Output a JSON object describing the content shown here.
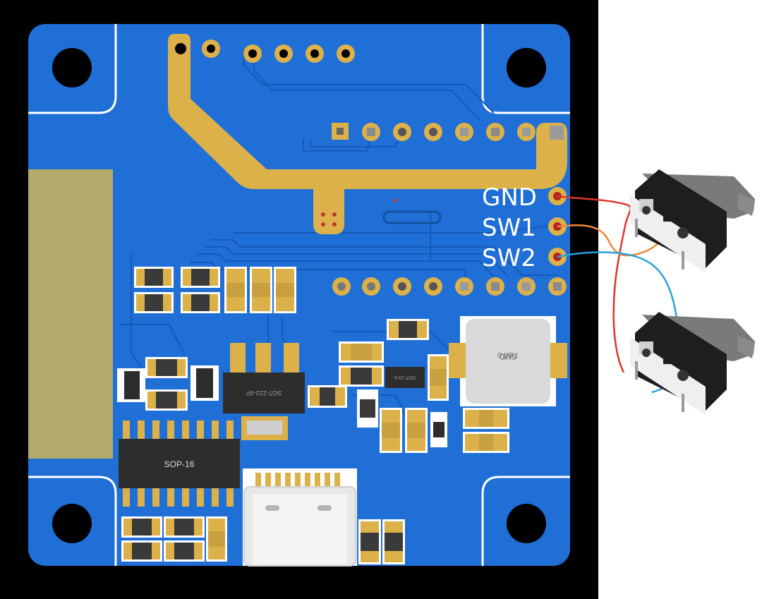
{
  "colors": {
    "background_left": "#000000",
    "background_right": "#ffffff",
    "pcb": "#1f6fd6",
    "pcb_trace": "#1862c4",
    "silkscreen": "#ffffff",
    "copper": "#dcb14a",
    "antenna": "#b2ab6c",
    "ic_body": "#2d2d2d",
    "wire_gnd": "#e0332a",
    "wire_sw1": "#f0883a",
    "wire_sw2": "#2aa0dc",
    "switch_body": "#1e1e1e",
    "switch_base": "#efefef",
    "switch_lever": "#7a7a7a"
  },
  "labels": {
    "gnd": "GND",
    "sw1": "SW1",
    "sw2": "SW2",
    "ic_sop16": "SOP-16",
    "ic_sot223": "SOT-223-4P",
    "ic_small": "SOT-23-6",
    "inductor_line1": "SMD",
    "inductor_line2": "7.8x7.0"
  },
  "icons": {
    "microswitch_top": "microswitch-icon",
    "microswitch_bottom": "microswitch-icon",
    "usb_c": "usb-c-connector-icon",
    "mounting_hole": "mounting-hole-icon"
  }
}
